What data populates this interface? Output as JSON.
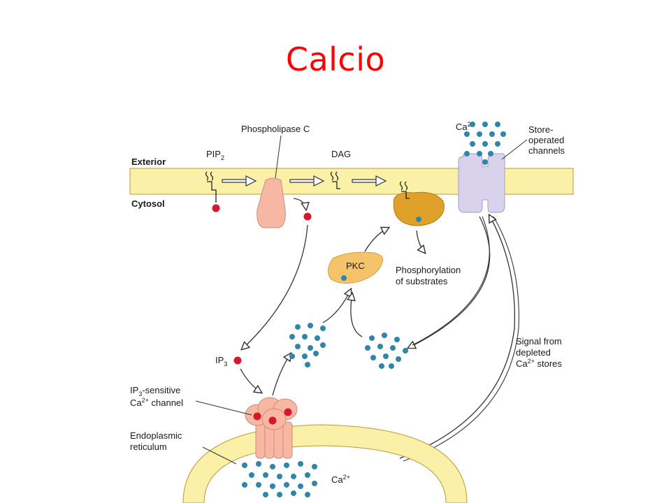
{
  "slide": {
    "title": "Calcio"
  },
  "diagram": {
    "regions": {
      "exterior": "Exterior",
      "cytosol": "Cytosol"
    },
    "pip2": {
      "base": "PIP",
      "sub": "2"
    },
    "phospholipase": "Phospholipase C",
    "dag": "DAG",
    "ca_top": {
      "base": "Ca",
      "sup": "2+"
    },
    "store_operated": [
      "Store-",
      "operated",
      "channels"
    ],
    "pkc": "PKC",
    "phosphorylation": [
      "Phosphorylation",
      "of substrates"
    ],
    "signal": {
      "line1": "Signal from",
      "line2": "depleted",
      "line3_base": "Ca",
      "line3_sup": "2+",
      "line3_rest": " stores"
    },
    "ip3": {
      "base": "IP",
      "sub": "3"
    },
    "ip3_channel": {
      "l1_base": "IP",
      "l1_sub": "3",
      "l1_rest": "-sensitive",
      "l2_base": "Ca",
      "l2_sup": "2+",
      "l2_rest": " channel"
    },
    "er": [
      "Endoplasmic",
      "reticulum"
    ],
    "ca_er": {
      "base": "Ca",
      "sup": "2+"
    }
  },
  "colors": {
    "title": "#ff0000",
    "membrane": "#fbf0a8",
    "membrane_edge": "#b89a3a",
    "phospholipase": "#f7b7a3",
    "pkc": "#f5c46a",
    "dag_complex": "#e0a12a",
    "store_channel": "#d9d2ec",
    "ca_ion": "#2f86a6",
    "ip3_dot": "#d7182a"
  }
}
